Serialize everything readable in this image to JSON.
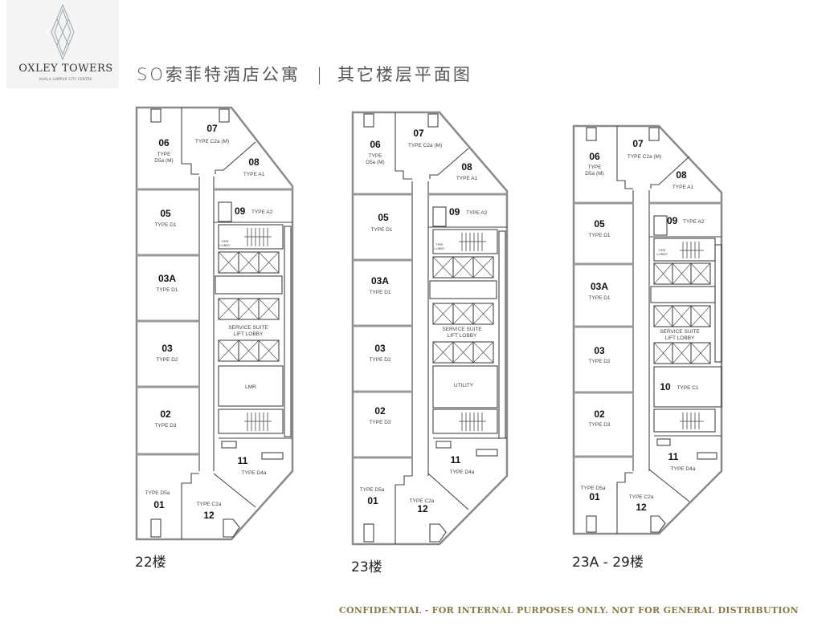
{
  "brand": {
    "name": "OXLEY TOWERS",
    "subtitle": "KUALA LUMPUR CITY CENTRE",
    "logo_icon": "diamond-lattice-icon"
  },
  "header": {
    "title_left": "SO索菲特酒店公寓",
    "separator": "|",
    "title_right": "其它楼层平面图"
  },
  "plans": [
    {
      "floor_label": "22楼",
      "units": {
        "u06": {
          "num": "06",
          "type1": "TYPE",
          "type2": "D5a (M)"
        },
        "u07": {
          "num": "07",
          "type": "TYPE C2a (M)"
        },
        "u08": {
          "num": "08",
          "type": "TYPE A1"
        },
        "u05": {
          "num": "05",
          "type": "TYPE D1"
        },
        "u09": {
          "num": "09",
          "type": "TYPE A2"
        },
        "u03a": {
          "num": "03A",
          "type": "TYPE D1"
        },
        "u03": {
          "num": "03",
          "type": "TYPE D2"
        },
        "u02": {
          "num": "02",
          "type": "TYPE D3"
        },
        "u01": {
          "num": "01",
          "type": "TYPE D5a"
        },
        "u12": {
          "num": "12",
          "type": "TYPE C2a"
        },
        "u11": {
          "num": "11",
          "type": "TYPE D4a"
        }
      },
      "labels": {
        "fire_lobby_1": "FIRE",
        "fire_lobby_2": "LOBBY",
        "lobby_1": "SERVICE SUITE",
        "lobby_2": "LIFT LOBBY",
        "core_room": "LMR"
      }
    },
    {
      "floor_label": "23楼",
      "units": {
        "u06": {
          "num": "06",
          "type1": "TYPE",
          "type2": "D5a (M)"
        },
        "u07": {
          "num": "07",
          "type": "TYPE C2a (M)"
        },
        "u08": {
          "num": "08",
          "type": "TYPE A1"
        },
        "u05": {
          "num": "05",
          "type": "TYPE D1"
        },
        "u09": {
          "num": "09",
          "type": "TYPE A2"
        },
        "u03a": {
          "num": "03A",
          "type": "TYPE D1"
        },
        "u03": {
          "num": "03",
          "type": "TYPE D2"
        },
        "u02": {
          "num": "02",
          "type": "TYPE D3"
        },
        "u01": {
          "num": "01",
          "type": "TYPE D5a"
        },
        "u12": {
          "num": "12",
          "type": "TYPE C2a"
        },
        "u11": {
          "num": "11",
          "type": "TYPE D4a"
        }
      },
      "labels": {
        "fire_lobby_1": "FIRE",
        "fire_lobby_2": "LOBBY",
        "lobby_1": "SERVICE SUITE",
        "lobby_2": "LIFT LOBBY",
        "core_room": "UTILITY"
      }
    },
    {
      "floor_label": "23A - 29楼",
      "units": {
        "u06": {
          "num": "06",
          "type1": "TYPE",
          "type2": "D5a (M)"
        },
        "u07": {
          "num": "07",
          "type": "TYPE C2a (M)"
        },
        "u08": {
          "num": "08",
          "type": "TYPE A1"
        },
        "u05": {
          "num": "05",
          "type": "TYPE D1"
        },
        "u09": {
          "num": "09",
          "type": "TYPE A2"
        },
        "u03a": {
          "num": "03A",
          "type": "TYPE D1"
        },
        "u03": {
          "num": "03",
          "type": "TYPE D2"
        },
        "u02": {
          "num": "02",
          "type": "TYPE D3"
        },
        "u01": {
          "num": "01",
          "type": "TYPE D5a"
        },
        "u12": {
          "num": "12",
          "type": "TYPE C2a"
        },
        "u11": {
          "num": "11",
          "type": "TYPE D4a"
        },
        "u10": {
          "num": "10",
          "type": "TYPE C1"
        }
      },
      "labels": {
        "fire_lobby_1": "FIRE",
        "fire_lobby_2": "LOBBY",
        "lobby_1": "SERVICE SUITE",
        "lobby_2": "LIFT LOBBY"
      }
    }
  ],
  "footer": {
    "notice": "CONFIDENTIAL - FOR INTERNAL PURPOSES ONLY. NOT FOR GENERAL DISTRIBUTION"
  },
  "colors": {
    "wall": "#888888",
    "footer_text": "#8a7a48",
    "title_text": "#555555"
  }
}
